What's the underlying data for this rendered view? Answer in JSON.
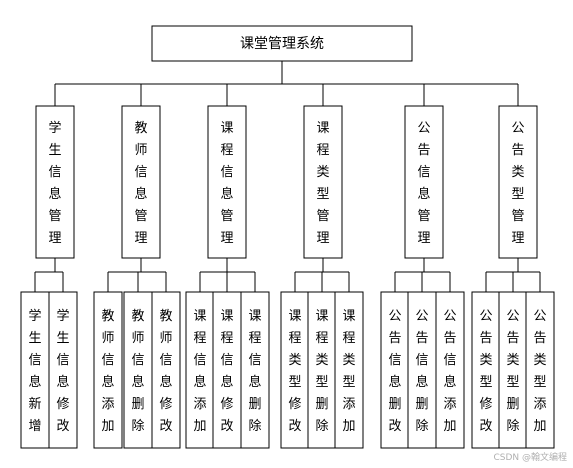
{
  "title": "课堂管理系统",
  "watermark": "CSDN @翰文编程",
  "modules": [
    {
      "label": "学生信息管理",
      "children": [
        "学生信息新增",
        "学生信息修改"
      ]
    },
    {
      "label": "教师信息管理",
      "children": [
        "教师信息添加",
        "教师信息删除",
        "教师信息修改"
      ]
    },
    {
      "label": "课程信息管理",
      "children": [
        "课程信息添加",
        "课程信息修改",
        "课程信息删除"
      ]
    },
    {
      "label": "课程类型管理",
      "children": [
        "课程类型修改",
        "课程类型删除",
        "课程类型添加"
      ]
    },
    {
      "label": "公告信息管理",
      "children": [
        "公告信息删改",
        "公告信息删除",
        "公告信息添加"
      ]
    },
    {
      "label": "公告类型管理",
      "children": [
        "公告类型修改",
        "公告类型删除",
        "公告类型添加"
      ]
    }
  ]
}
